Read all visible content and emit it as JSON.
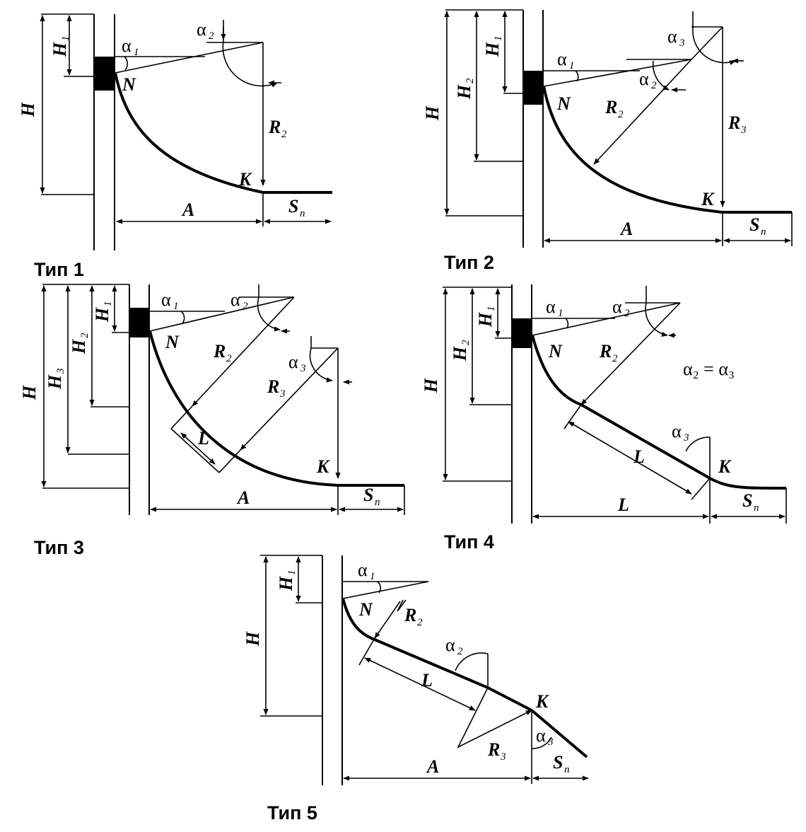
{
  "captions": {
    "type1": "Тип 1",
    "type2": "Тип 2",
    "type3": "Тип 3",
    "type4": "Тип 4",
    "type5": "Тип 5"
  },
  "labels": {
    "H": "H",
    "H1": "H",
    "H2": "H",
    "H3": "H",
    "sub1": "1",
    "sub2": "2",
    "sub3": "3",
    "alpha": "α",
    "N": "N",
    "K": "K",
    "R": "R",
    "A": "A",
    "L": "L",
    "S": "S",
    "sub_n": "п",
    "equality": "α₂ = α₃"
  }
}
